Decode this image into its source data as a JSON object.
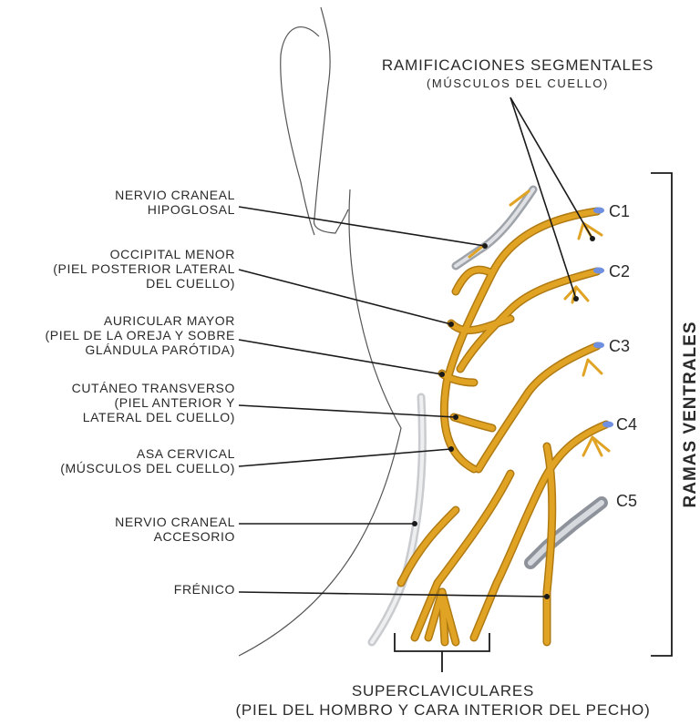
{
  "title": {
    "line1": "RAMIFICACIONES SEGMENTALES",
    "line2": "(MÚSCULOS DEL CUELLO)"
  },
  "labels": {
    "hipoglosal": [
      "NERVIO CRANEAL",
      "HIPOGLOSAL"
    ],
    "occipital": [
      "OCCIPITAL MENOR",
      "(PIEL POSTERIOR LATERAL",
      "DEL CUELLO)"
    ],
    "auricular": [
      "AURICULAR MAYOR",
      "(PIEL DE LA OREJA Y SOBRE",
      "GLÁNDULA PARÓTIDA)"
    ],
    "cutaneo": [
      "CUTÁNEO TRANSVERSO",
      "(PIEL ANTERIOR Y",
      "LATERAL DEL CUELLO)"
    ],
    "asa": [
      "ASA CERVICAL",
      "(MÚSCULOS DEL CUELLO)"
    ],
    "accesorio": [
      "NERVIO CRANEAL",
      "ACCESORIO"
    ],
    "frenico": [
      "FRÉNICO"
    ]
  },
  "segments": [
    "C1",
    "C2",
    "C3",
    "C4",
    "C5"
  ],
  "side_label": "RAMAS VENTRALES",
  "bottom": {
    "line1": "SUPERCLAVICULARES",
    "line2": "(PIEL DEL HOMBRO Y CARA INTERIOR DEL PECHO)"
  },
  "colors": {
    "nerve": "#e0a324",
    "nerve_edge": "#b07a12",
    "vessel": "#a9acb3",
    "root_tip": "#6f8fe0",
    "outline": "#555555"
  }
}
